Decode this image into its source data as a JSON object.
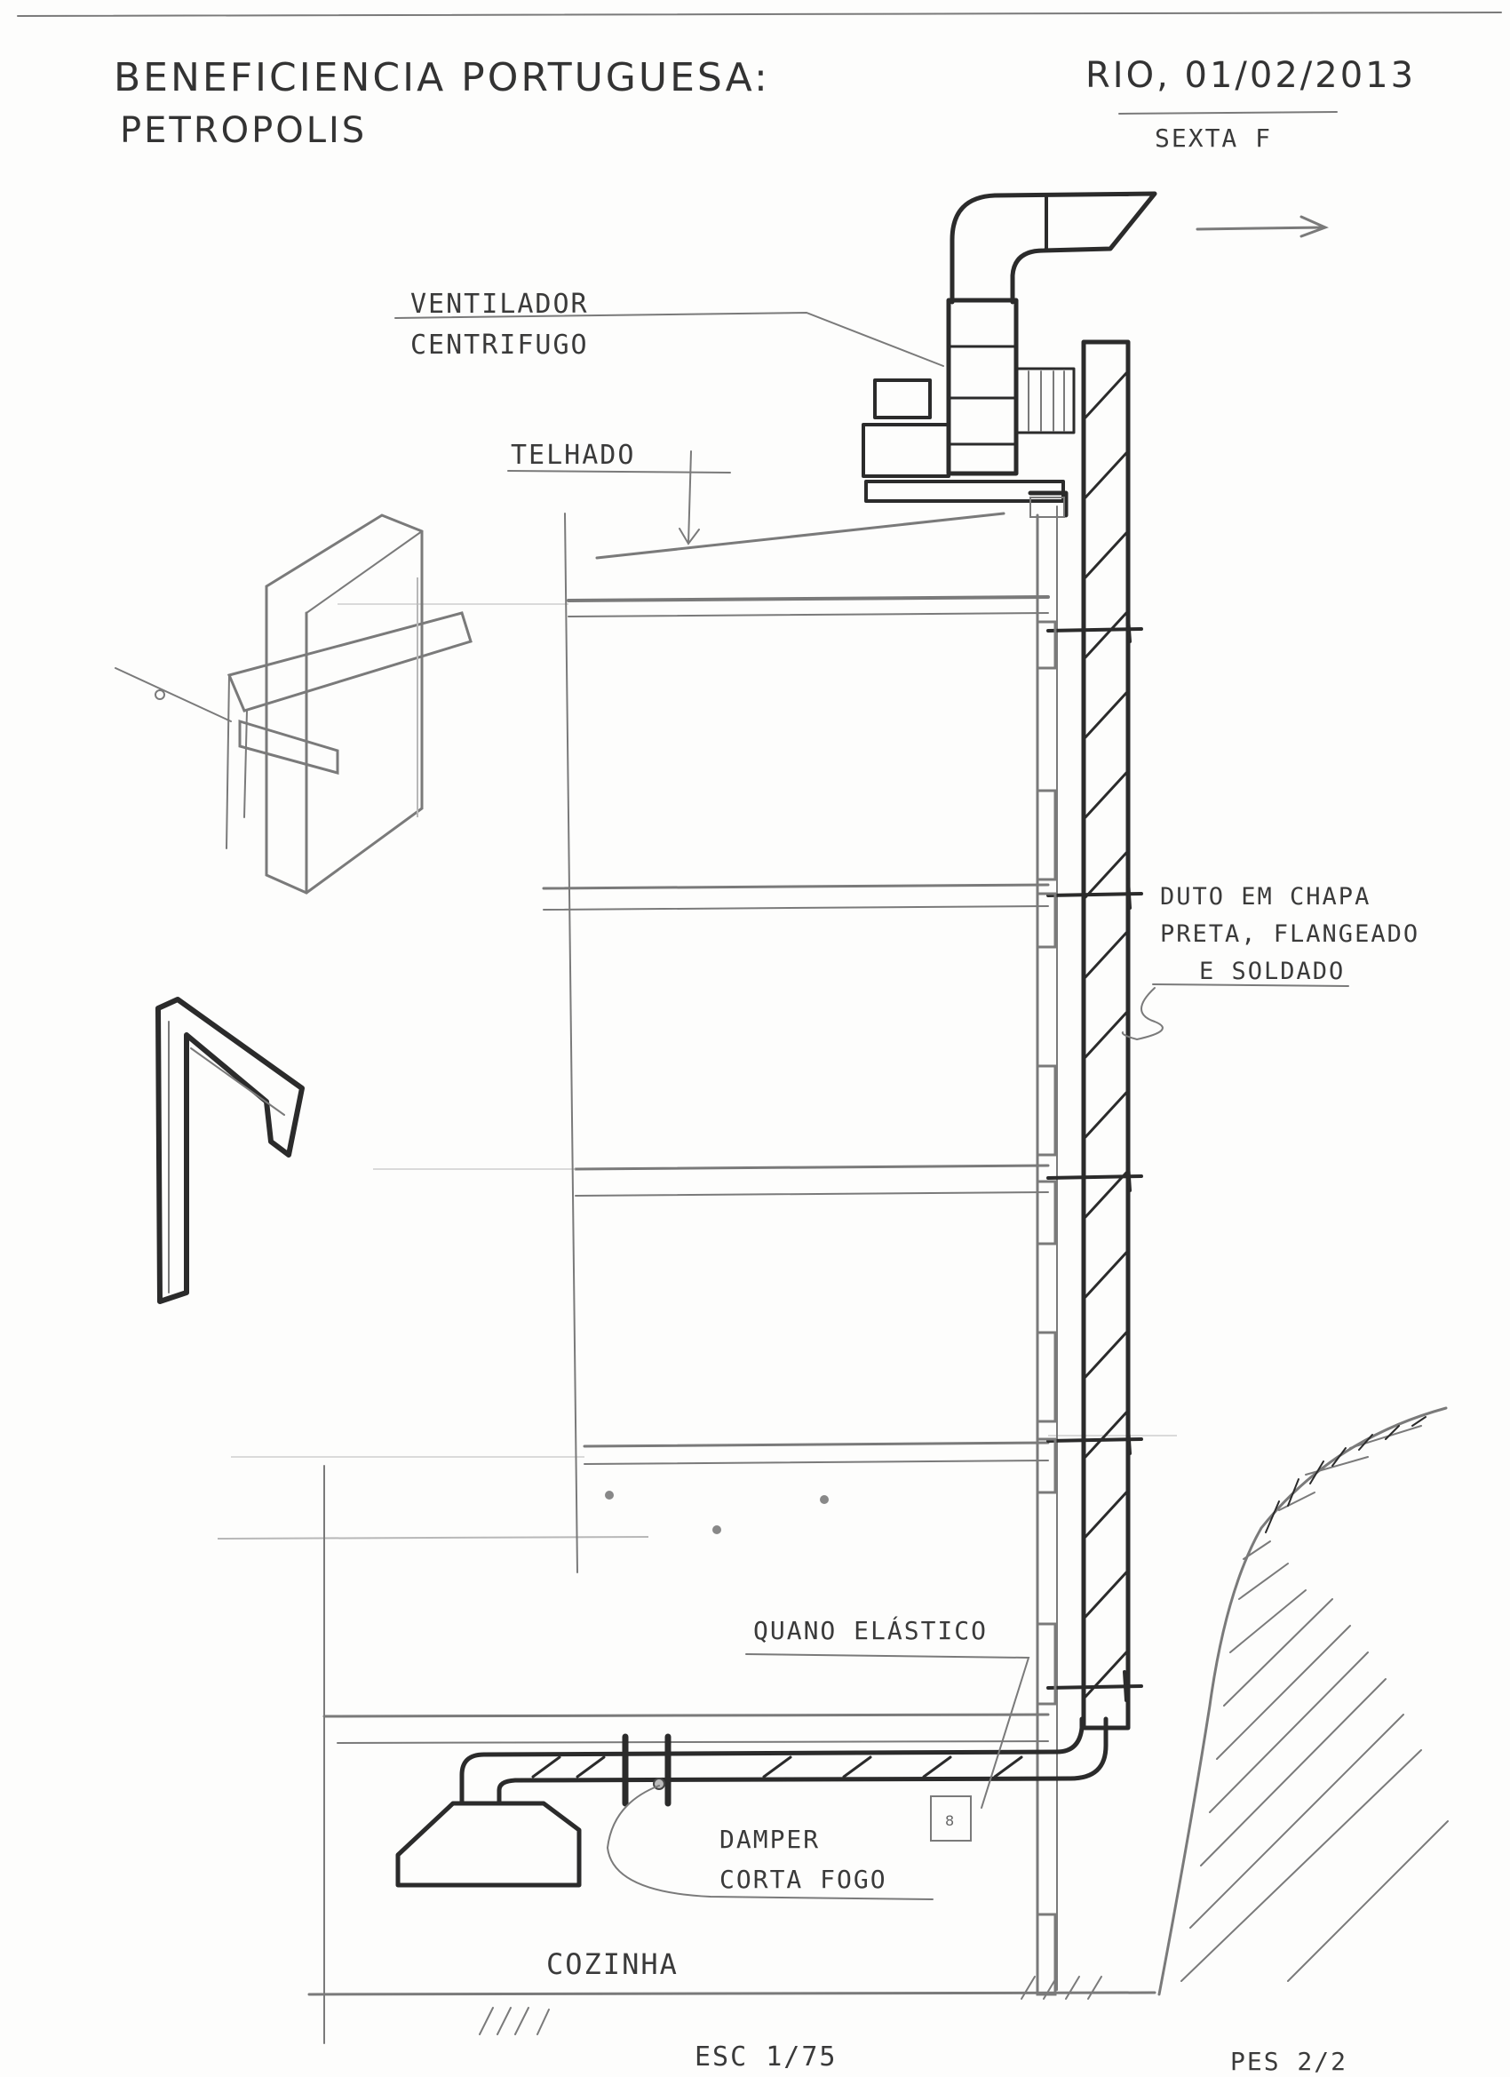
{
  "header": {
    "title_line1": "BENEFICIENCIA PORTUGUESA:",
    "title_line2": "PETROPOLIS",
    "date": "RIO, 01/02/2013",
    "weekday": "SEXTA F"
  },
  "labels": {
    "fan": [
      "VENTILADOR",
      "CENTRIFUGO"
    ],
    "roof": "TELHADO",
    "duct": [
      "DUTO EM CHAPA",
      "PRETA, FLANGEADO",
      "E SOLDADO"
    ],
    "elastic": "QUANO ELÁSTICO",
    "damper": [
      "DAMPER",
      "CORTA FOGO"
    ],
    "kitchen": "COZINHA",
    "scale": "ESC 1/75",
    "page": "PES 2/2"
  },
  "colors": {
    "ink": "#2b2b2b",
    "pencil": "#7a7a7a",
    "paper": "#fdfdfc"
  }
}
